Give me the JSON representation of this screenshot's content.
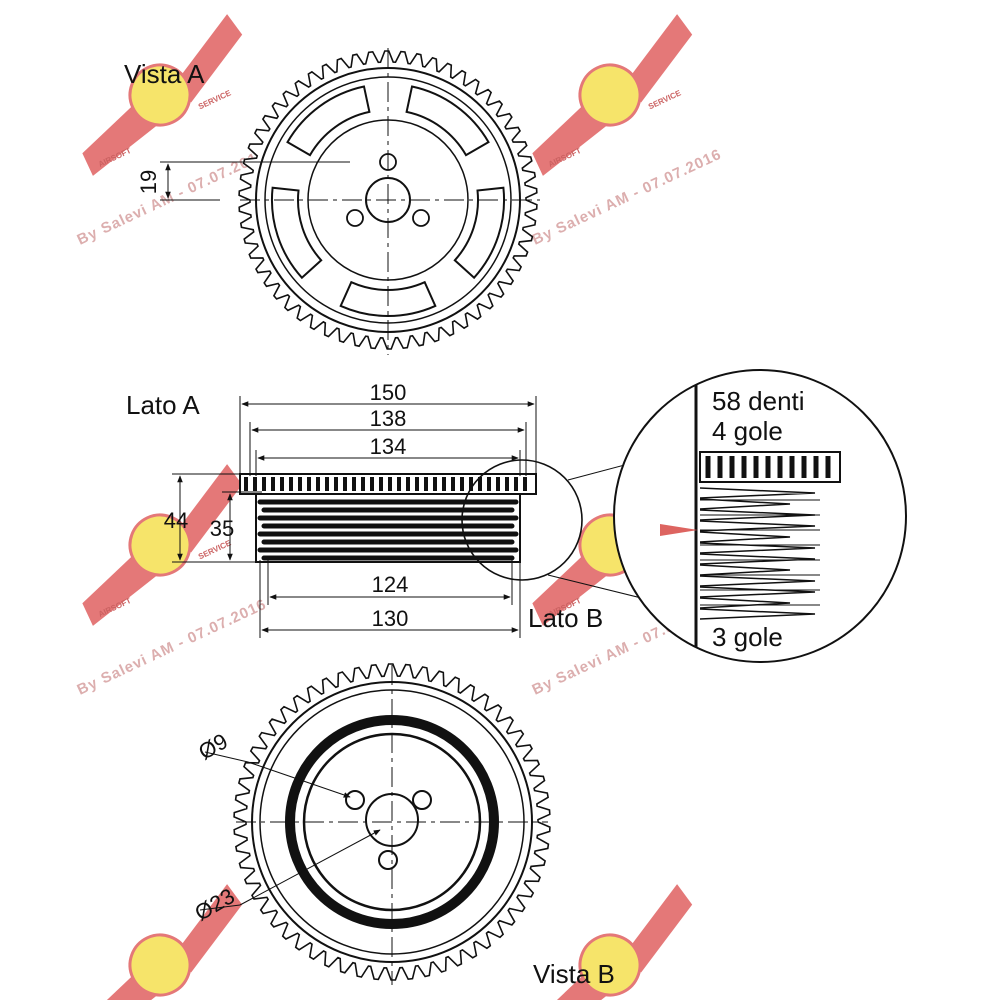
{
  "labels": {
    "vista_a": "Vista A",
    "vista_b": "Vista B",
    "lato_a": "Lato A",
    "lato_b": "Lato B"
  },
  "dimensions": {
    "d19": "19",
    "d150": "150",
    "d138": "138",
    "d134": "134",
    "d124": "124",
    "d130": "130",
    "d44": "44",
    "d35": "35",
    "d_hole": "Ø9",
    "d_center": "Ø23"
  },
  "detail": {
    "teeth": "58 denti",
    "grooves_top": "4 gole",
    "grooves_bottom": "3 gole"
  },
  "watermark": {
    "text": "By Salevi AM - 07.07.2016",
    "logo_left": "AIRSOFT",
    "logo_right": "SERVICE"
  },
  "colors": {
    "watermark_red": "#d9534f",
    "logo_yellow": "#f5e050",
    "line": "#111111"
  }
}
